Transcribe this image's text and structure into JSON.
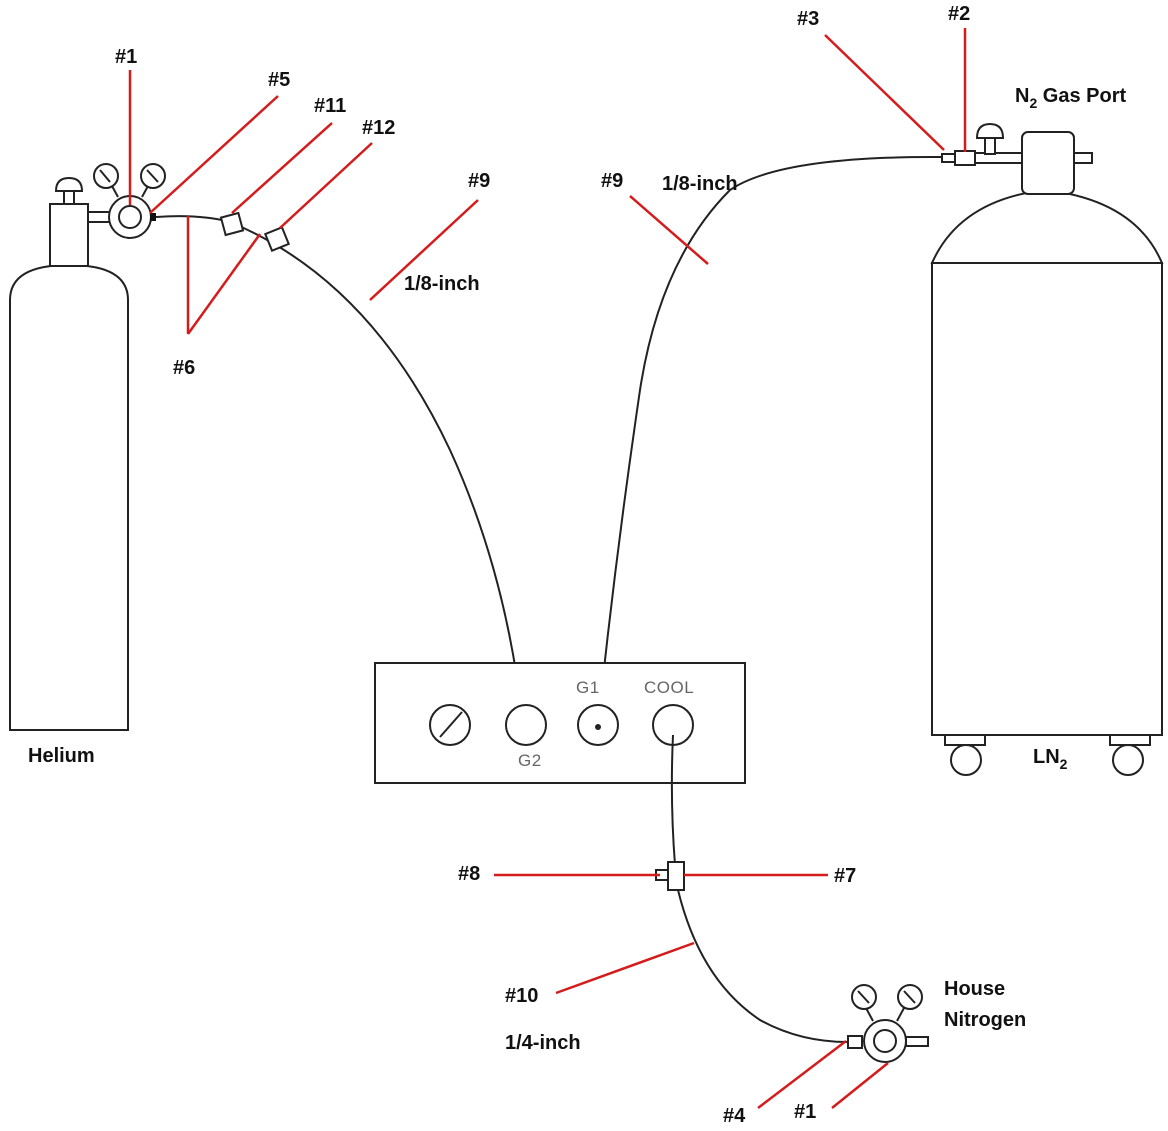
{
  "labels": {
    "helium": "Helium",
    "ln2_base": "LN",
    "ln2_sub": "2",
    "n2_gas_port_n": "N",
    "n2_gas_port_sub": "2",
    "n2_gas_port_rest": " Gas Port",
    "house_nitrogen_line1": "House",
    "house_nitrogen_line2": "Nitrogen"
  },
  "panel": {
    "g2": "G2",
    "g1": "G1",
    "cool": "COOL"
  },
  "callouts": {
    "c1_top": "#1",
    "c5": "#5",
    "c11": "#11",
    "c12": "#12",
    "c6": "#6",
    "c9_left": "#9",
    "c9_right": "#9",
    "c3": "#3",
    "c2": "#2",
    "c8": "#8",
    "c7": "#7",
    "c10": "#10",
    "c4": "#4",
    "c1_bottom": "#1"
  },
  "sizes": {
    "left_tube": "1/8-inch",
    "right_tube": "1/8-inch",
    "bottom_tube": "1/4-inch"
  },
  "colors": {
    "leader_line": "#d41c1c",
    "outline": "#222222"
  }
}
